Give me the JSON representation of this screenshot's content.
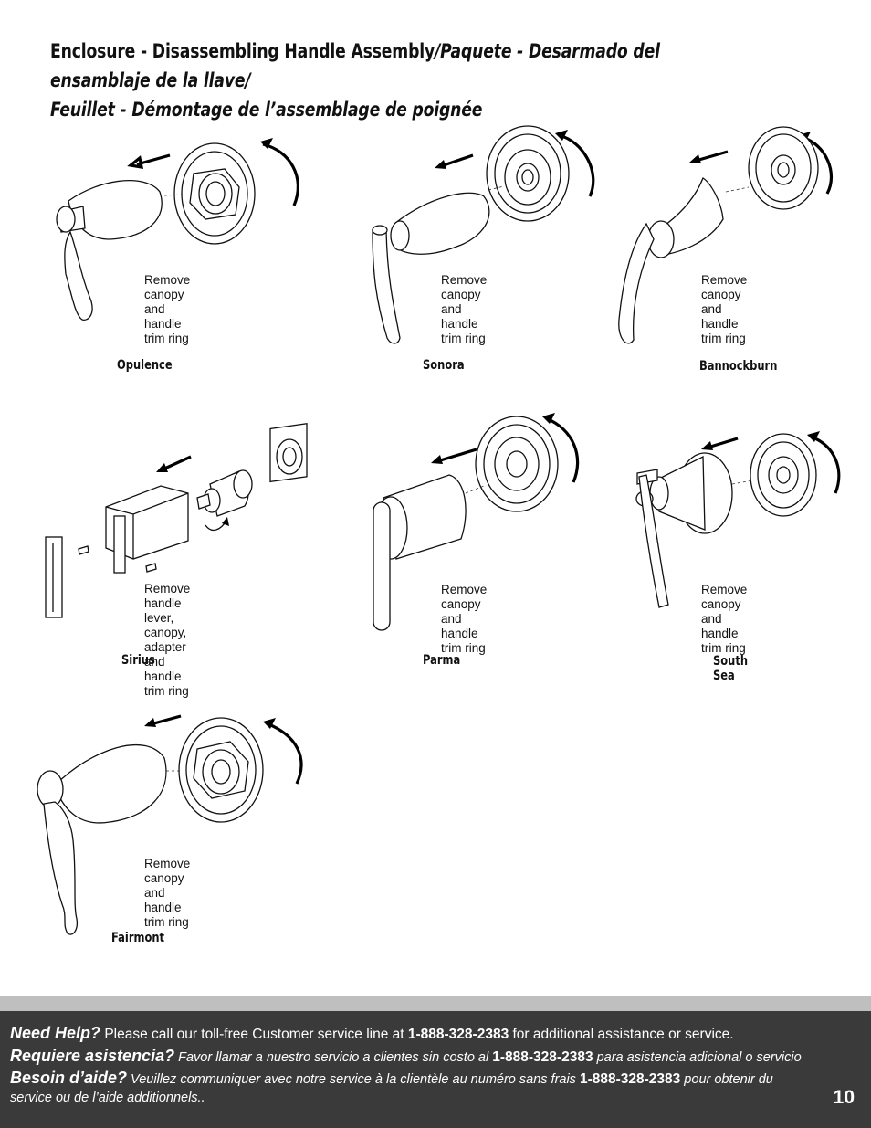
{
  "title": {
    "en": "Enclosure - Disassembling Handle Assembly",
    "es": "/Paquete - Desarmado del ensamblaje de la llave/",
    "fr": "Feuillet - Démontage de l’assemblage de poignée"
  },
  "panels": [
    {
      "name": "Opulence",
      "caption": "Remove canopy and\nhandle trim ring"
    },
    {
      "name": "Sonora",
      "caption": "Remove canopy and\nhandle trim ring"
    },
    {
      "name": "Bannockburn",
      "caption": "Remove canopy and\nhandle trim ring"
    },
    {
      "name": "Sirius",
      "caption": "Remove handle lever,\ncanopy, adapter and\nhandle trim ring"
    },
    {
      "name": "Parma",
      "caption": "Remove canopy and\nhandle trim ring"
    },
    {
      "name": "South Sea",
      "caption": "Remove canopy and\nhandle trim ring"
    },
    {
      "name": "Fairmont",
      "caption": "Remove canopy and\nhandle trim ring"
    }
  ],
  "footer": {
    "en_heading": "Need Help?",
    "en_text": " Please call our toll-free Customer service line at ",
    "phone": "1-888-328-2383",
    "en_tail": " for additional assistance or service.",
    "es_heading": "Requiere asistencia?",
    "es_text": " Favor llamar a nuestro servicio a clientes sin costo al ",
    "es_tail": " para asistencia adicional o servicio",
    "fr_heading": "Besoin d’aide?",
    "fr_text": " Veuillez communiquer avec notre service à la clientèle au numéro sans frais ",
    "fr_tail": " pour obtenir du",
    "fr_tail2": "service ou de l’aide additionnels..",
    "page_number": "10"
  }
}
